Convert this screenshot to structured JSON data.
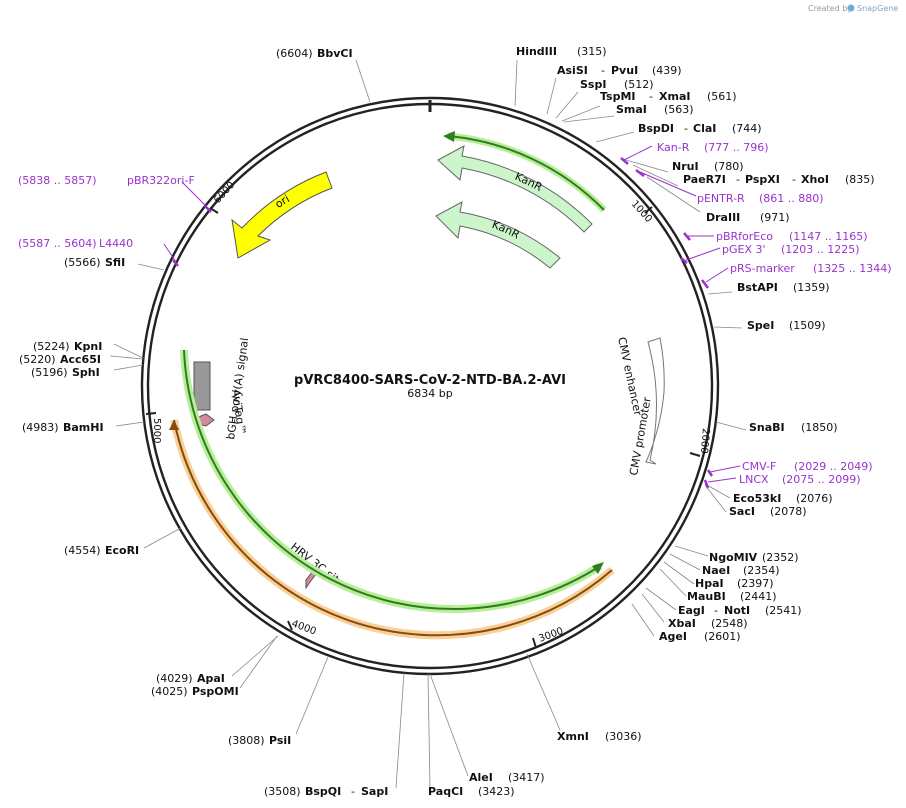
{
  "watermark": {
    "prefix": "Created by",
    "brand": "SnapGene"
  },
  "plasmid": {
    "name": "pVRC8400-SARS-CoV-2-NTD-BA.2-AVI",
    "length": "6834 bp"
  },
  "ticks": [
    "1000",
    "2000",
    "3000",
    "4000",
    "5000",
    "6000"
  ],
  "features": {
    "kanr_outer": "KanR",
    "kanr_inner": "KanR",
    "ori": "ori",
    "cmv_enhancer": "CMV enhancer",
    "cmv_promoter": "CMV promoter",
    "bgh": "bGH poly(A) signal",
    "avitag": "AviTag™",
    "hrv": "HRV 3C site"
  },
  "colors": {
    "backbone": "#222222",
    "primer": "#9933cc",
    "kanr": "#ccf5cc",
    "ori": "#ffff00",
    "cds_green": "#7fd36a",
    "cds_orange": "#f5c37a",
    "bgh": "#999999",
    "tag": "#d4889a"
  },
  "sites": {
    "s1": {
      "name": "HindIII",
      "pos": "(315)"
    },
    "s2": {
      "name": "AsiSI",
      "sep": "-",
      "name2": "PvuI",
      "pos": "(439)"
    },
    "s3": {
      "name": "SspI",
      "pos": "(512)"
    },
    "s4": {
      "name": "TspMI",
      "sep": "-",
      "name2": "XmaI",
      "pos": "(561)"
    },
    "s5": {
      "name": "SmaI",
      "pos": "(563)"
    },
    "s6": {
      "name": "BspDI",
      "sep": "-",
      "name2": "ClaI",
      "pos": "(744)"
    },
    "s7": {
      "name": "NruI",
      "pos": "(780)"
    },
    "s8": {
      "name": "PaeR7I",
      "sep": "-",
      "name2": "PspXI",
      "sep2": "-",
      "name3": "XhoI",
      "pos": "(835)"
    },
    "s9": {
      "name": "DraIII",
      "pos": "(971)"
    },
    "s10": {
      "name": "BstAPI",
      "pos": "(1359)"
    },
    "s11": {
      "name": "SpeI",
      "pos": "(1509)"
    },
    "s12": {
      "name": "SnaBI",
      "pos": "(1850)"
    },
    "s13": {
      "name": "Eco53kI",
      "pos": "(2076)"
    },
    "s14": {
      "name": "SacI",
      "pos": "(2078)"
    },
    "s15": {
      "name": "NgoMIV",
      "pos": "(2352)"
    },
    "s16": {
      "name": "NaeI",
      "pos": "(2354)"
    },
    "s17": {
      "name": "HpaI",
      "pos": "(2397)"
    },
    "s18": {
      "name": "MauBI",
      "pos": "(2441)"
    },
    "s19": {
      "name": "EagI",
      "sep": "-",
      "name2": "NotI",
      "pos": "(2541)"
    },
    "s20": {
      "name": "XbaI",
      "pos": "(2548)"
    },
    "s21": {
      "name": "AgeI",
      "pos": "(2601)"
    },
    "s22": {
      "name": "XmnI",
      "pos": "(3036)"
    },
    "s23": {
      "name": "AleI",
      "pos": "(3417)"
    },
    "s24": {
      "name": "PaqCI",
      "pos": "(3423)"
    },
    "s25": {
      "pos": "(3508)",
      "name": "BspQI",
      "sep": "-",
      "name2": "SapI"
    },
    "s26": {
      "pos": "(3808)",
      "name": "PsiI"
    },
    "s27": {
      "pos": "(4029)",
      "name": "ApaI"
    },
    "s28": {
      "pos": "(4025)",
      "name": "PspOMI"
    },
    "s29": {
      "pos": "(4554)",
      "name": "EcoRI"
    },
    "s30": {
      "pos": "(4983)",
      "name": "BamHI"
    },
    "s31": {
      "pos": "(5196)",
      "name": "SphI"
    },
    "s32": {
      "pos": "(5220)",
      "name": "Acc65I"
    },
    "s33": {
      "pos": "(5224)",
      "name": "KpnI"
    },
    "s34": {
      "pos": "(5566)",
      "name": "SfiI"
    },
    "s35": {
      "pos": "(6604)",
      "name": "BbvCI"
    }
  },
  "primers": {
    "p1": {
      "name": "Kan-R",
      "range": "(777 .. 796)"
    },
    "p2": {
      "name": "pENTR-R",
      "range": "(861 .. 880)"
    },
    "p3": {
      "name": "pBRforEco",
      "range": "(1147 .. 1165)"
    },
    "p4": {
      "name": "pGEX 3'",
      "range": "(1203 .. 1225)"
    },
    "p5": {
      "name": "pRS-marker",
      "range": "(1325 .. 1344)"
    },
    "p6": {
      "name": "CMV-F",
      "range": "(2029 .. 2049)"
    },
    "p7": {
      "name": "LNCX",
      "range": "(2075 .. 2099)"
    },
    "p8": {
      "range": "(5838 .. 5857)",
      "name": "pBR322ori-F"
    },
    "p9": {
      "range": "(5587 .. 5604)",
      "name": "L4440"
    }
  }
}
